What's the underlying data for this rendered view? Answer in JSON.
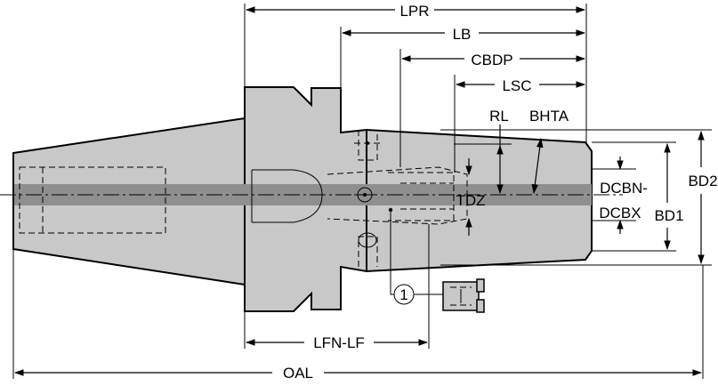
{
  "labels": {
    "lpr": "LPR",
    "lb": "LB",
    "cbdp": "CBDP",
    "lsc": "LSC",
    "rl": "RL",
    "bhta": "BHTA",
    "tdz": "TDZ",
    "dcbn": "DCBN-",
    "dcbx": "DCBX",
    "bd1": "BD1",
    "bd2": "BD2",
    "lfn_lf": "LFN-LF",
    "oal": "OAL",
    "callout": "1"
  },
  "colors": {
    "body": "#c8c8c8",
    "axis_band": "#8f8f8f",
    "lines": "#000000"
  }
}
